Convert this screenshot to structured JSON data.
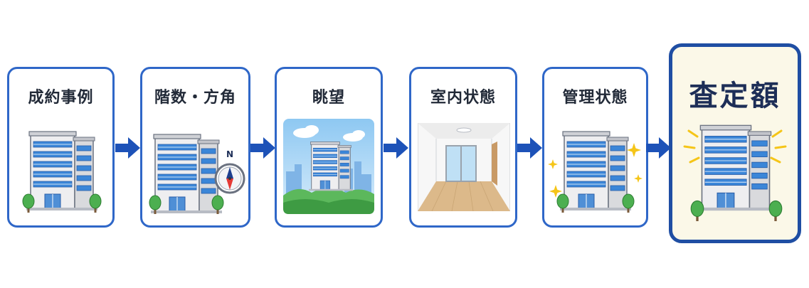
{
  "steps": [
    {
      "title": "成約事例",
      "icon": "building-icon"
    },
    {
      "title": "階数・方角",
      "icon": "compass-icon"
    },
    {
      "title": "眺望",
      "icon": "view-icon"
    },
    {
      "title": "室内状態",
      "icon": "room-icon"
    },
    {
      "title": "管理状態",
      "icon": "sparkle-building-icon"
    }
  ],
  "result": {
    "title": "査定額",
    "icon": "glowing-building-icon"
  },
  "compass": {
    "north_label": "N"
  },
  "colors": {
    "card_border": "#2f67c8",
    "final_border": "#1f4ea3",
    "final_bg": "#fbf8e8",
    "arrow": "#1d52b8",
    "glass": "#3b86d8",
    "tree": "#4caf50"
  }
}
